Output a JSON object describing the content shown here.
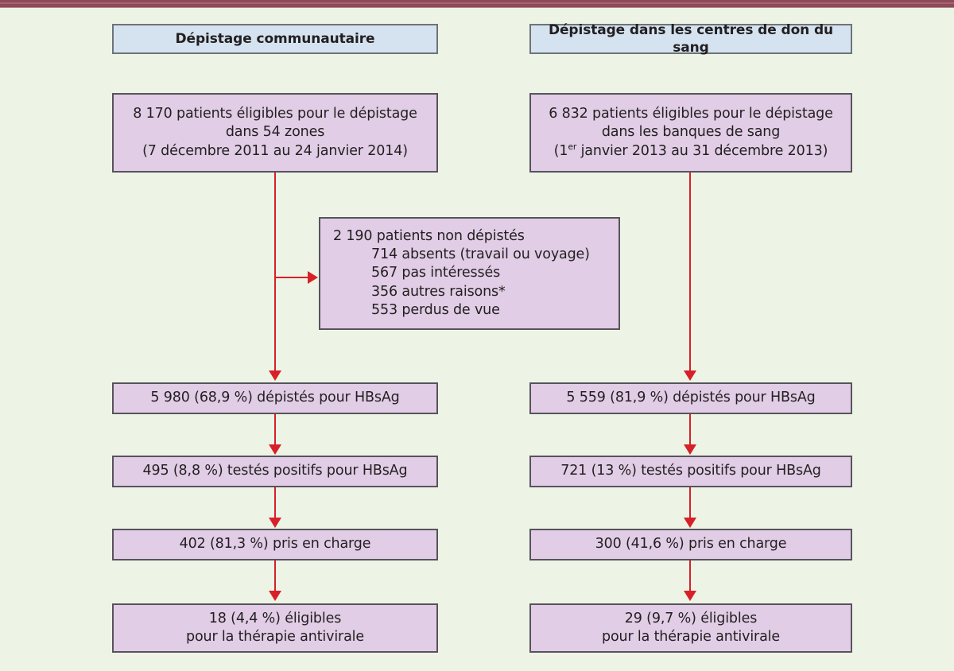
{
  "figure": {
    "type": "flowchart",
    "language": "fr",
    "background_color": "#edf4e6",
    "accent_bar_color": "#8d4a58",
    "arrow_color": "#d72027",
    "header_box_color": "#d5e3f0",
    "data_box_color": "#e1cde6"
  },
  "columns": {
    "left": {
      "header": "Dépistage communautaire",
      "steps": [
        {
          "id": "eligible",
          "lines": [
            "8 170 patients éligibles pour le dépistage",
            "dans 54 zones",
            "(7 décembre 2011 au 24 janvier 2014)"
          ],
          "count": 8170,
          "period_start": "7 décembre 2011",
          "period_end": "24 janvier 2014",
          "zones": 54
        },
        {
          "id": "screened",
          "lines": [
            "5 980 (68,9 %) dépistés pour HBsAg"
          ],
          "count": 5980,
          "percent": "68,9 %"
        },
        {
          "id": "positive",
          "lines": [
            "495 (8,8 %) testés positifs pour HBsAg"
          ],
          "count": 495,
          "percent": "8,8 %"
        },
        {
          "id": "managed",
          "lines": [
            "402 (81,3 %) pris en charge"
          ],
          "count": 402,
          "percent": "81,3 %"
        },
        {
          "id": "therapy-eligible",
          "lines": [
            "18 (4,4 %) éligibles",
            "pour la thérapie antivirale"
          ],
          "count": 18,
          "percent": "4,4 %"
        }
      ]
    },
    "right": {
      "header": "Dépistage dans les centres de don du sang",
      "steps": [
        {
          "id": "eligible",
          "lines": [
            "6 832 patients éligibles pour le dépistage",
            "dans les banques de sang",
            "(1er janvier 2013 au 31 décembre 2013)"
          ],
          "count": 6832,
          "period_start": "1er janvier 2013",
          "period_end": "31 décembre 2013"
        },
        {
          "id": "screened",
          "lines": [
            "5 559 (81,9 %) dépistés pour HBsAg"
          ],
          "count": 5559,
          "percent": "81,9 %"
        },
        {
          "id": "positive",
          "lines": [
            "721 (13 %) testés positifs pour HBsAg"
          ],
          "count": 721,
          "percent": "13 %"
        },
        {
          "id": "managed",
          "lines": [
            "300 (41,6 %) pris en charge"
          ],
          "count": 300,
          "percent": "41,6 %"
        },
        {
          "id": "therapy-eligible",
          "lines": [
            "29 (9,7 %) éligibles",
            "pour la thérapie antivirale"
          ],
          "count": 29,
          "percent": "9,7 %"
        }
      ]
    }
  },
  "excluded_box": {
    "title": "2 190 patients non dépistés",
    "total": 2190,
    "reasons": [
      {
        "count": 714,
        "label": "714 absents (travail ou voyage)"
      },
      {
        "count": 567,
        "label": "567 pas intéressés"
      },
      {
        "count": 356,
        "label": "356 autres raisons*"
      },
      {
        "count": 553,
        "label": "553 perdus de vue"
      }
    ],
    "reasons_text": "714 absents (travail ou voyage)\n567 pas intéressés\n356 autres raisons*\n553 perdus de vue"
  }
}
